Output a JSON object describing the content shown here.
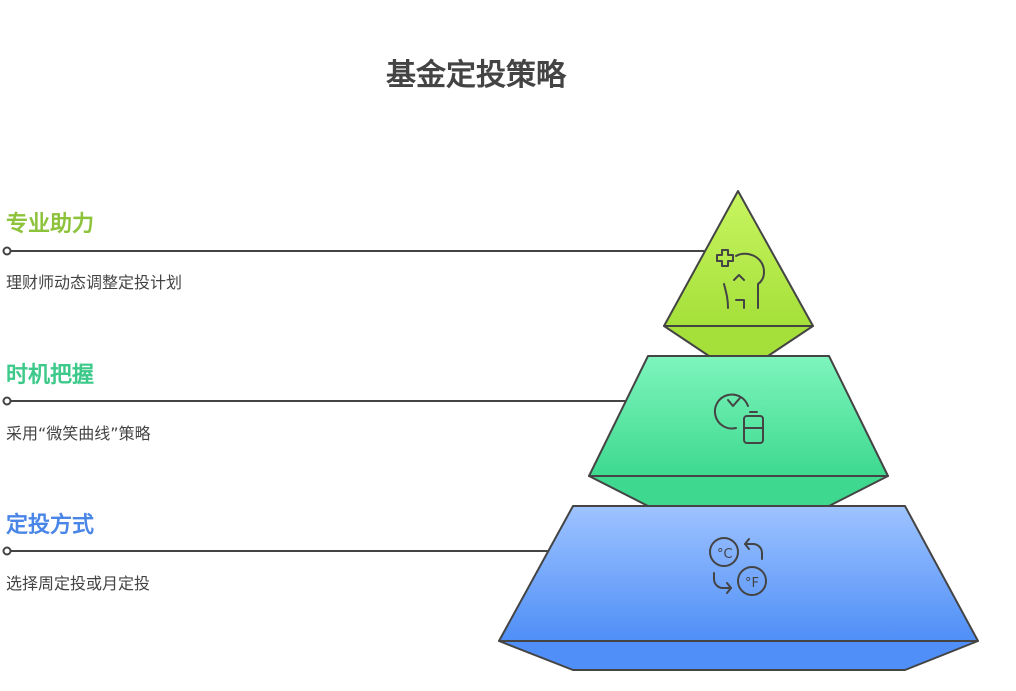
{
  "title": "基金定投策略",
  "levels": [
    {
      "heading": "专业助力",
      "desc": "理财师动态调整定投计划",
      "color": "#8dc23b",
      "icon": "medical-head-icon"
    },
    {
      "heading": "时机把握",
      "desc": "采用“微笑曲线”策略",
      "color": "#3cc98a",
      "icon": "clock-battery-icon"
    },
    {
      "heading": "定投方式",
      "desc": "选择周定投或月定投",
      "color": "#4a86e8",
      "icon": "temperature-convert-icon"
    }
  ],
  "colors": {
    "green_top": "#c8f560",
    "green_bottom": "#a5e03a",
    "teal_top": "#7ef5bd",
    "teal_bottom": "#3ed98f",
    "blue_top": "#9ec3ff",
    "blue_bottom": "#4f8ff7",
    "outline": "#444444"
  }
}
